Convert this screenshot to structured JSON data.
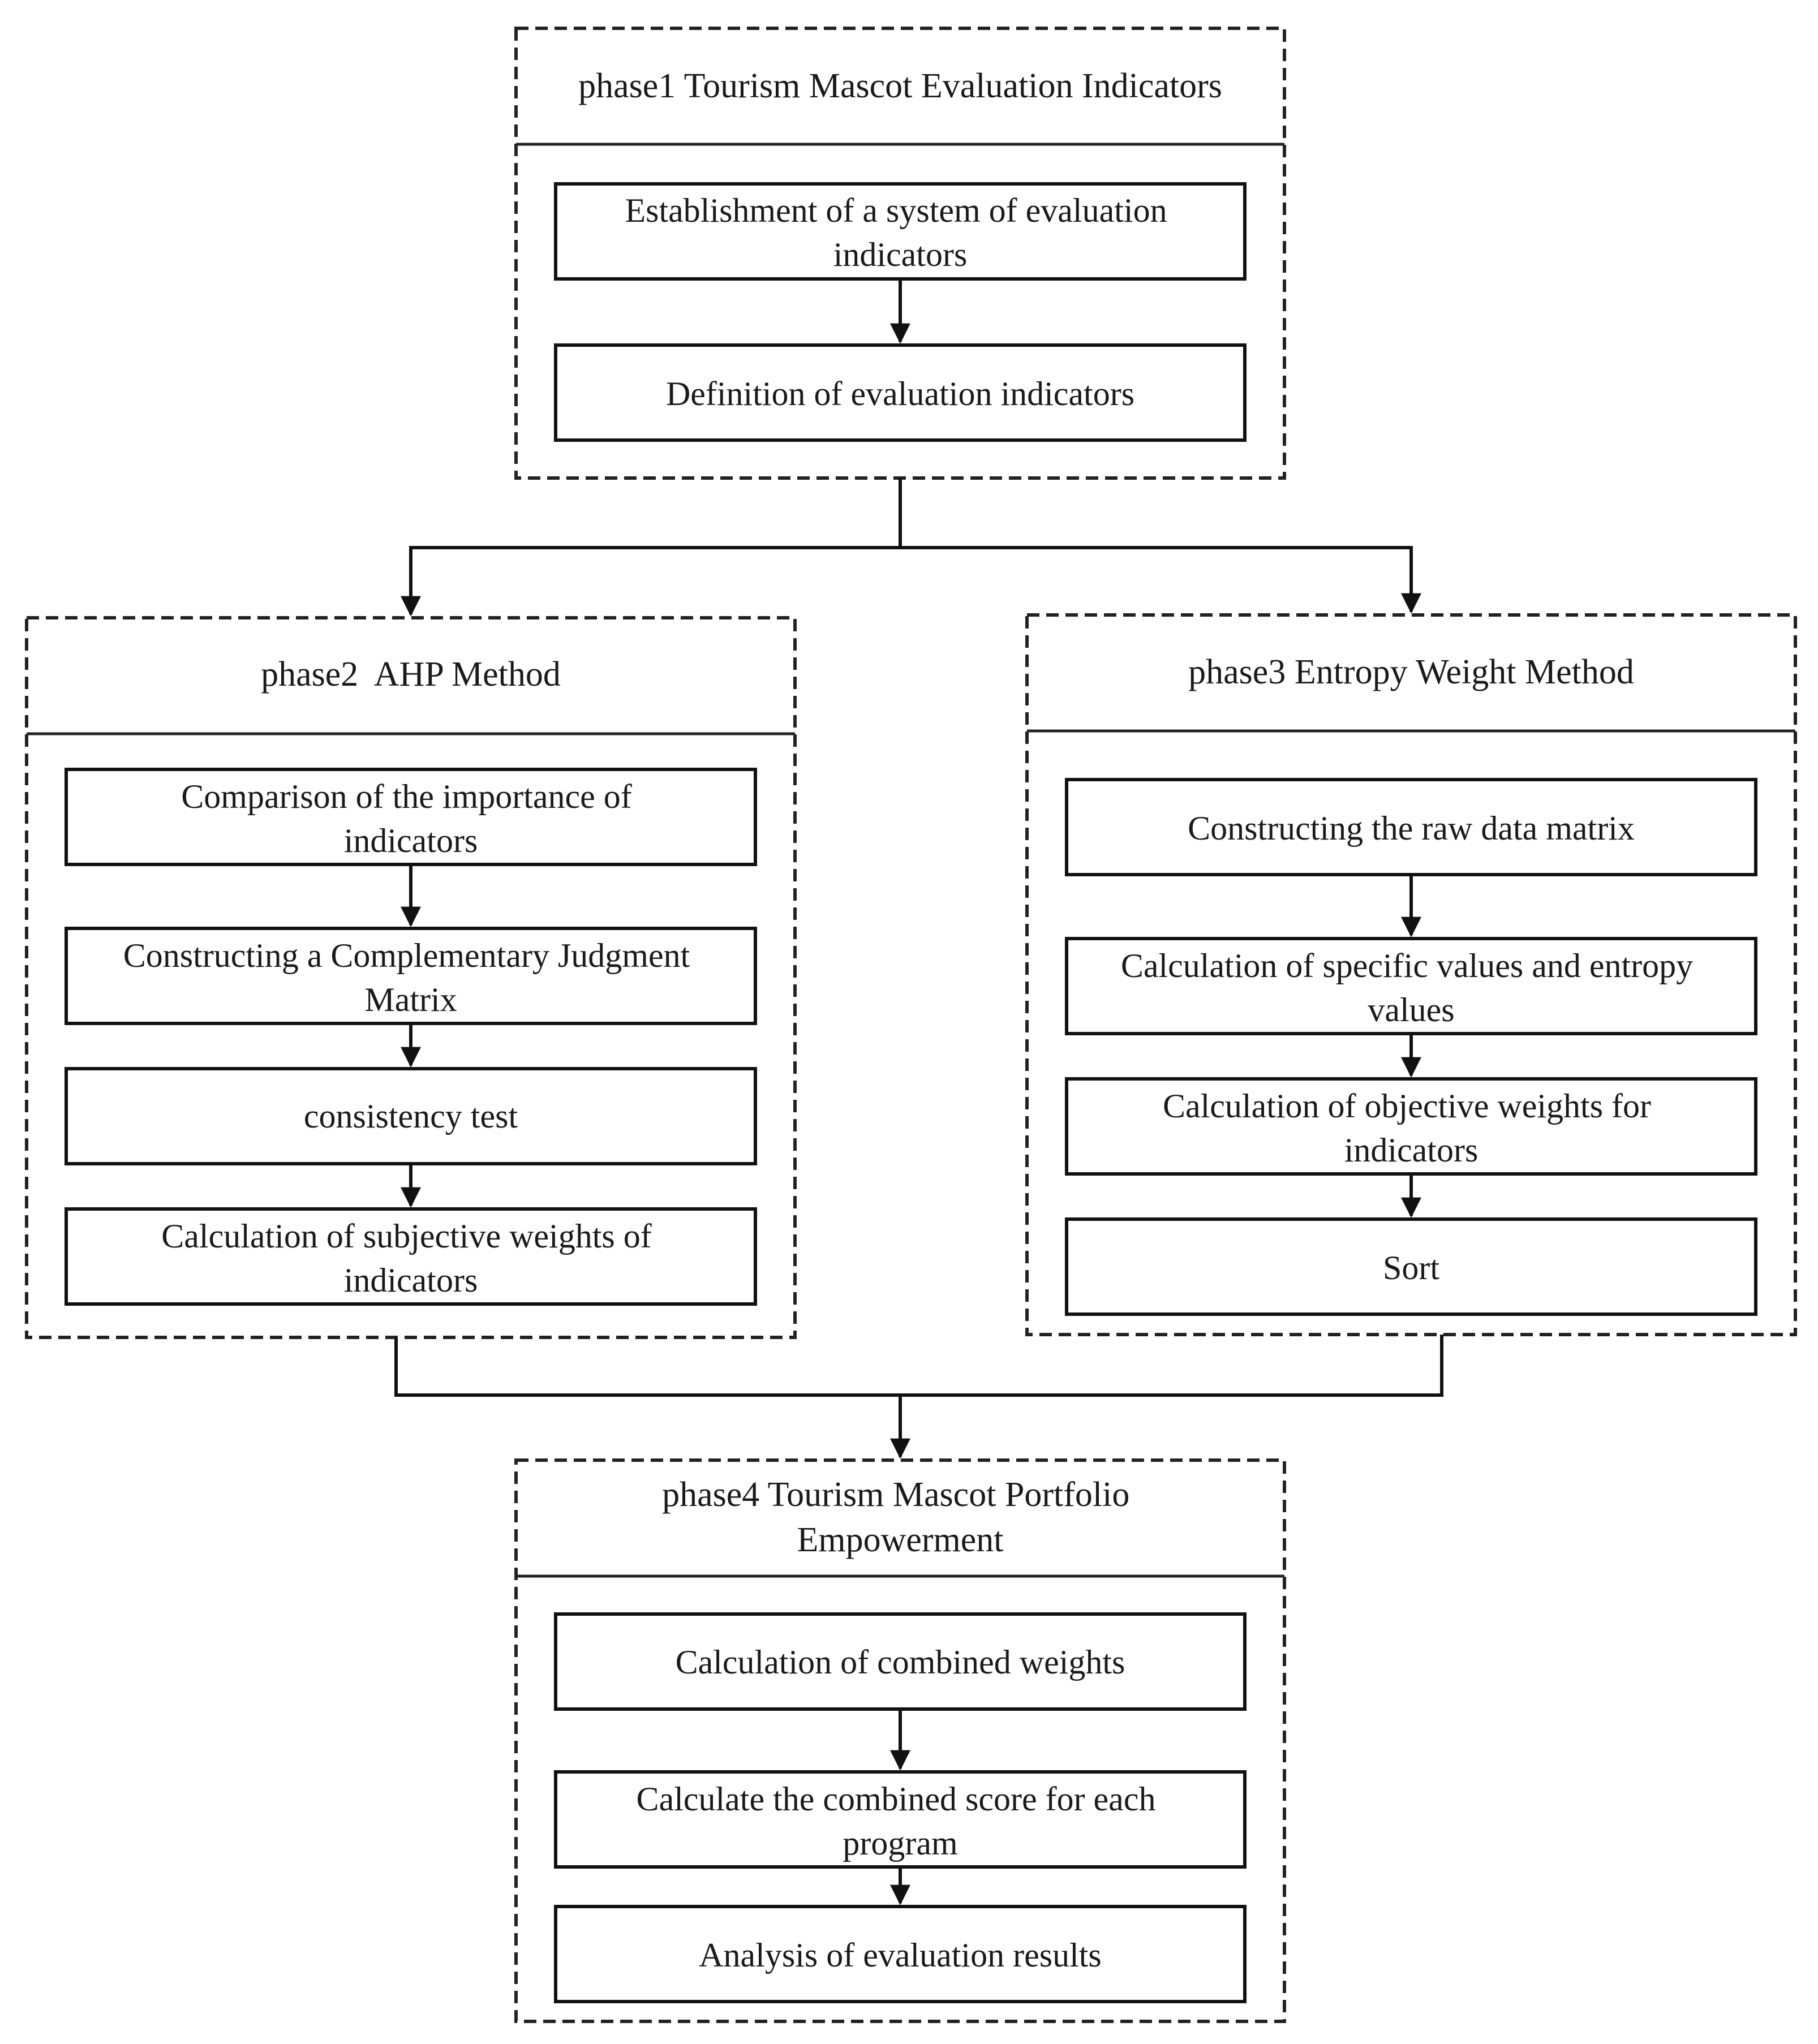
{
  "phase1": {
    "title": "phase1 Tourism Mascot Evaluation Indicators",
    "steps": [
      [
        "Establishment of a system of evaluation",
        "indicators"
      ],
      [
        "Definition of evaluation indicators"
      ]
    ]
  },
  "phase2": {
    "title": "phase2  AHP Method",
    "steps": [
      [
        "Comparison of the importance of",
        "indicators"
      ],
      [
        "Constructing a Complementary Judgment",
        "Matrix"
      ],
      [
        "consistency test"
      ],
      [
        "Calculation of subjective weights of",
        "indicators"
      ]
    ]
  },
  "phase3": {
    "title": "phase3 Entropy Weight Method",
    "steps": [
      [
        "Constructing the raw data matrix"
      ],
      [
        "Calculation of specific values and entropy",
        "values"
      ],
      [
        "Calculation of objective weights for",
        "indicators"
      ],
      [
        "Sort"
      ]
    ]
  },
  "phase4": {
    "title": [
      "phase4 Tourism Mascot Portfolio",
      "Empowerment"
    ],
    "steps": [
      [
        "Calculation of combined weights"
      ],
      [
        "Calculate the combined score for each",
        "program"
      ],
      [
        "Analysis of evaluation results"
      ]
    ]
  }
}
